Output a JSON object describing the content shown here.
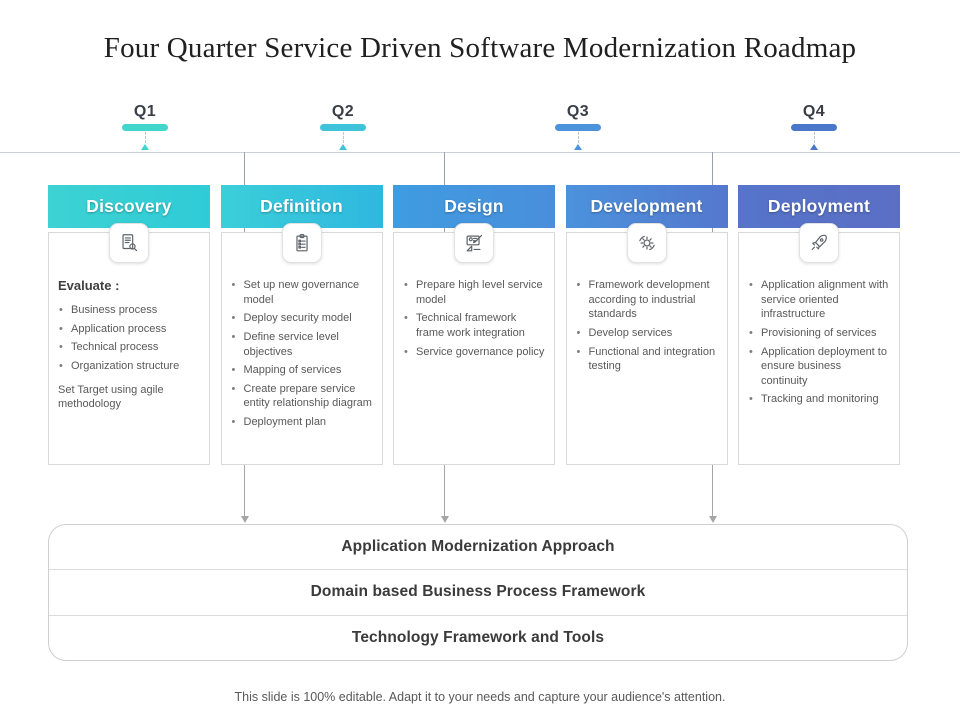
{
  "title": "Four Quarter Service Driven Software Modernization Roadmap",
  "quarters": [
    {
      "label": "Q1",
      "color": "#41d5cc"
    },
    {
      "label": "Q2",
      "color": "#3fc3da"
    },
    {
      "label": "Q3",
      "color": "#4d93dc"
    },
    {
      "label": "Q4",
      "color": "#4a77c9"
    }
  ],
  "columns": [
    {
      "name": "Discovery",
      "icon": "document-search-icon",
      "header_colors": [
        "#3dd2d3",
        "#2fcbd7"
      ],
      "heading": "Evaluate :",
      "bullets": [
        "Business process",
        "Application process",
        "Technical process",
        "Organization structure"
      ],
      "note": "Set Target using agile methodology"
    },
    {
      "name": "Definition",
      "icon": "clipboard-checklist-icon",
      "header_colors": [
        "#3bcfd9",
        "#2fb7e0"
      ],
      "heading": "",
      "bullets": [
        "Set up new governance model",
        "Deploy security model",
        "Define service level objectives",
        "Mapping of services",
        "Create prepare service entity relationship diagram",
        "Deployment plan"
      ],
      "note": ""
    },
    {
      "name": "Design",
      "icon": "design-tools-icon",
      "header_colors": [
        "#3f9ce0",
        "#4a8edb"
      ],
      "heading": "",
      "bullets": [
        "Prepare high level service model",
        "Technical framework frame work integration",
        "Service governance policy"
      ],
      "note": ""
    },
    {
      "name": "Development",
      "icon": "gear-process-icon",
      "header_colors": [
        "#4b92dc",
        "#5478ce"
      ],
      "heading": "",
      "bullets": [
        "Framework development according to industrial standards",
        "Develop services",
        "Functional and integration testing"
      ],
      "note": ""
    },
    {
      "name": "Deployment",
      "icon": "rocket-icon",
      "header_colors": [
        "#5574ca",
        "#5b6fc5"
      ],
      "heading": "",
      "bullets": [
        "Application alignment with service oriented infrastructure",
        "Provisioning of services",
        "Application deployment to ensure business continuity",
        "Tracking and monitoring"
      ],
      "note": ""
    }
  ],
  "bottom_rows": [
    "Application Modernization Approach",
    "Domain based Business Process Framework",
    "Technology Framework and Tools"
  ],
  "footer": "This slide is 100% editable. Adapt it to your needs and capture your audience's attention."
}
